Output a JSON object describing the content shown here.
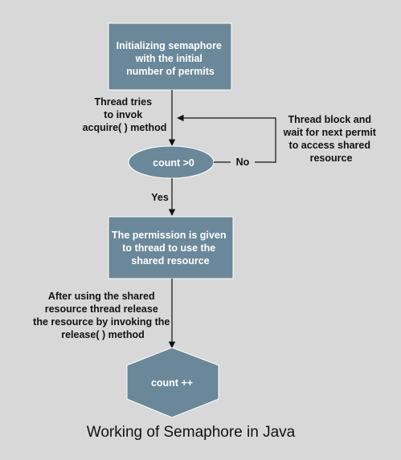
{
  "colors": {
    "background": "#d8d8d8",
    "node_fill": "#6a8899",
    "node_stroke": "#ffffff",
    "text_on_node": "#ffffff",
    "text_label": "#111111",
    "arrow": "#111111"
  },
  "diagram": {
    "title": "Working of Semaphore in Java",
    "nodes": {
      "init": {
        "lines": [
          "Initializing semaphore",
          "with the initial",
          "number of permits"
        ]
      },
      "decision": {
        "lines": [
          "count >0"
        ]
      },
      "permission": {
        "lines": [
          "The permission is given",
          "to thread to use the",
          "shared resource"
        ]
      },
      "count": {
        "lines": [
          "count ++"
        ]
      }
    },
    "edges": {
      "acquire": {
        "lines": [
          "Thread tries",
          "to invok",
          "acquire( ) method"
        ]
      },
      "no": {
        "lines": [
          "No"
        ]
      },
      "block": {
        "lines": [
          "Thread block and",
          "wait for next permit",
          "to access shared",
          "resource"
        ]
      },
      "yes": {
        "lines": [
          "Yes"
        ]
      },
      "release": {
        "lines": [
          "After using the shared",
          "resource thread release",
          "the resource by invoking the",
          "release( ) method"
        ]
      }
    }
  }
}
